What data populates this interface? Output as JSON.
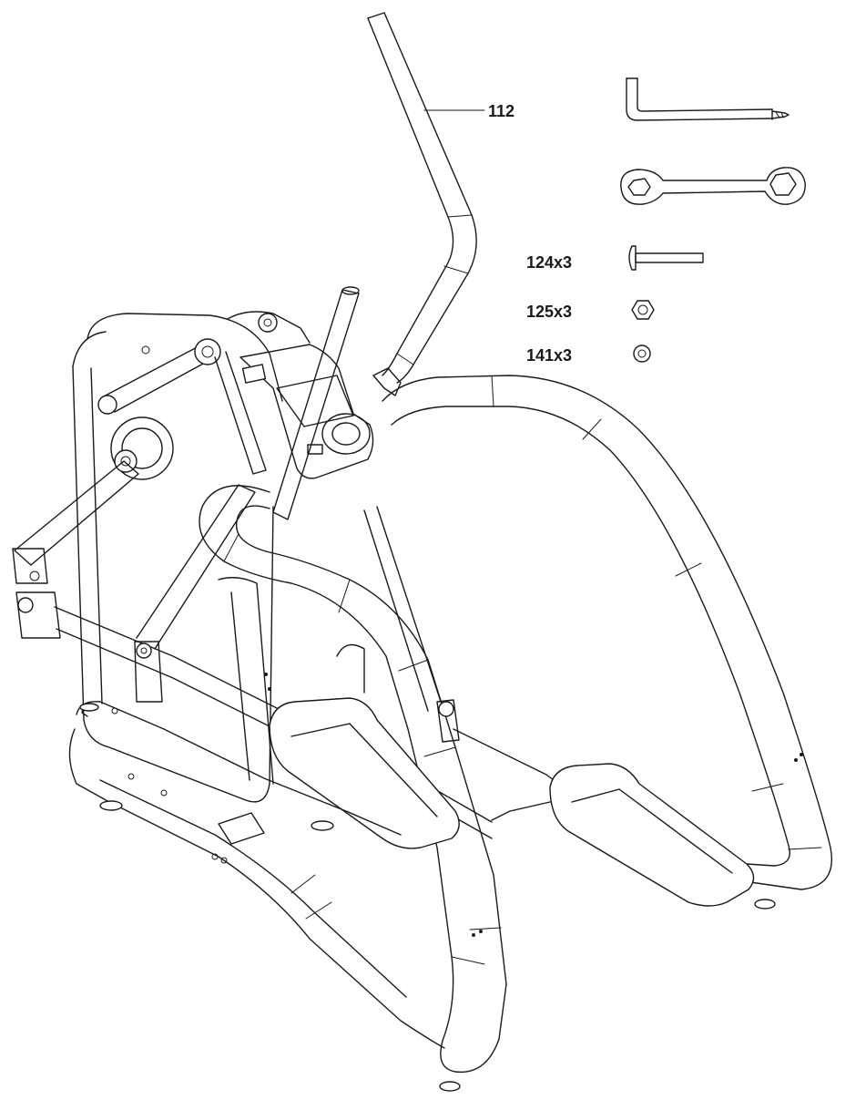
{
  "diagram": {
    "callout_main": "112",
    "hardware": [
      {
        "label": "124x3",
        "part": "bolt"
      },
      {
        "label": "125x3",
        "part": "nut"
      },
      {
        "label": "141x3",
        "part": "washer"
      }
    ],
    "tools": [
      "allen-screwdriver-tool",
      "double-hex-wrench-tool"
    ]
  }
}
